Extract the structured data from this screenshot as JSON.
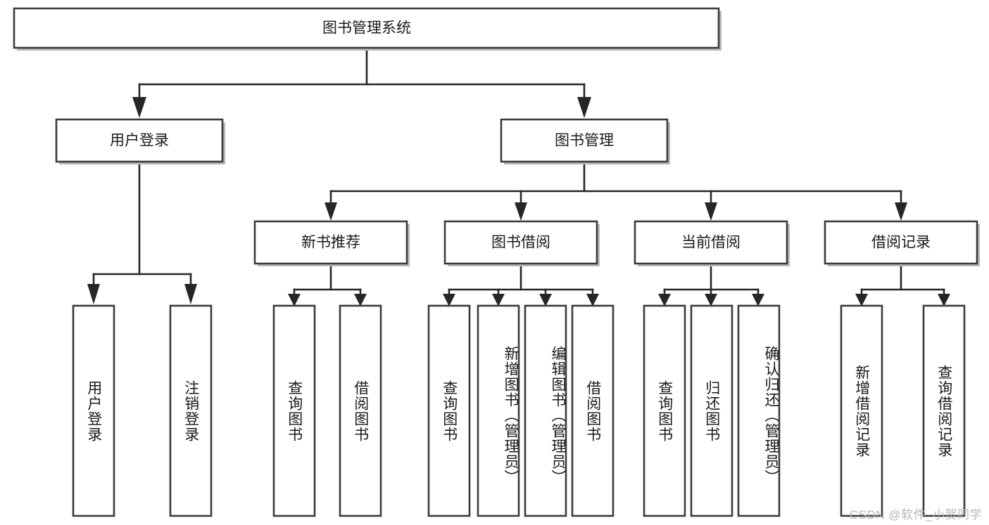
{
  "diagram": {
    "type": "hierarchy-tree",
    "title": "图书管理系统",
    "watermark": "CSDN @软件_小贺同学",
    "colors": {
      "box_fill": "#ffffff",
      "box_stroke": "#3b3b3b",
      "connector": "#262626",
      "text": "#1a1a1a",
      "watermark": "#b7b7b7"
    },
    "nodes": {
      "root": {
        "label": "图书管理系统"
      },
      "level1": [
        {
          "label": "用户登录"
        },
        {
          "label": "图书管理"
        }
      ],
      "level2": [
        {
          "label": "新书推荐"
        },
        {
          "label": "图书借阅"
        },
        {
          "label": "当前借阅"
        },
        {
          "label": "借阅记录"
        }
      ],
      "leaves": {
        "user_login": [
          {
            "label": "用户登录"
          },
          {
            "label": "注销登录"
          }
        ],
        "new_book": [
          {
            "label": "查询图书"
          },
          {
            "label": "借阅图书"
          }
        ],
        "book_borrow": [
          {
            "label": "查询图书"
          },
          {
            "label": "新增图书（管理员）"
          },
          {
            "label": "编辑图书（管理员）"
          },
          {
            "label": "借阅图书"
          }
        ],
        "current_borrow": [
          {
            "label": "查询图书"
          },
          {
            "label": "归还图书"
          },
          {
            "label": "确认归还（管理员）"
          }
        ],
        "borrow_record": [
          {
            "label": "新增借阅记录"
          },
          {
            "label": "查询借阅记录"
          }
        ]
      }
    }
  }
}
